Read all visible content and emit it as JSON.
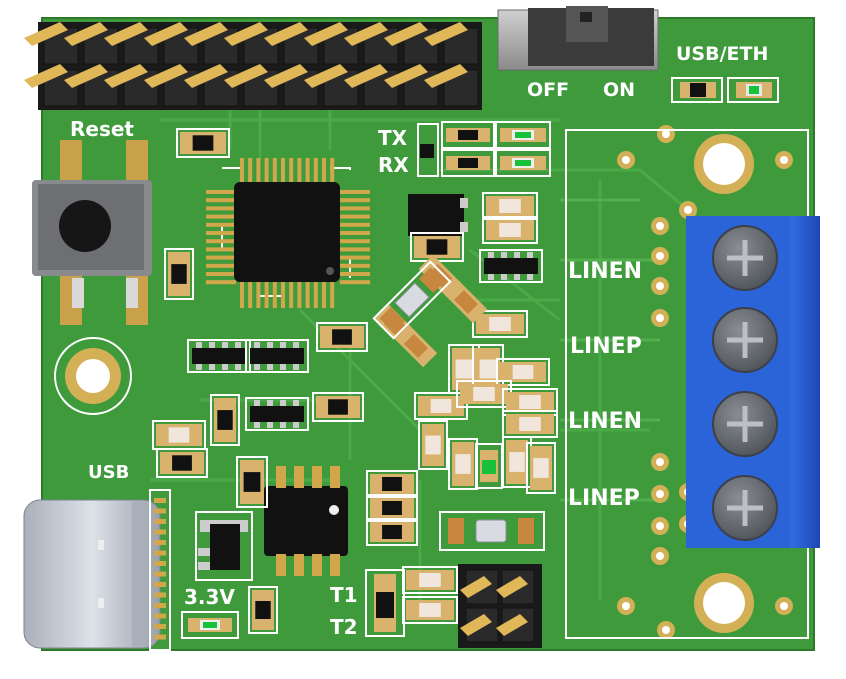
{
  "board": {
    "colors": {
      "pcb": "#3f9a3c",
      "pcb_edge": "#2e7a2c",
      "copper_trace": "#4aa847",
      "silkscreen": "#ffffff",
      "gold": "#d6b45a",
      "terminal_block": "#2b63d9",
      "usb_metal": "#c4c8d0",
      "chip": "#111111",
      "led_green": "#18c13a"
    },
    "labels": {
      "reset": "Reset",
      "usb": "USB",
      "usb_eth": "USB/ETH",
      "off": "OFF",
      "on": "ON",
      "tx": "TX",
      "rx": "RX",
      "linen_top": "LINEN",
      "linep_top": "LINEP",
      "linen_bottom": "LINEN",
      "linep_bottom": "LINEP",
      "v33": "3.3V",
      "t1": "T1",
      "t2": "T2"
    }
  }
}
